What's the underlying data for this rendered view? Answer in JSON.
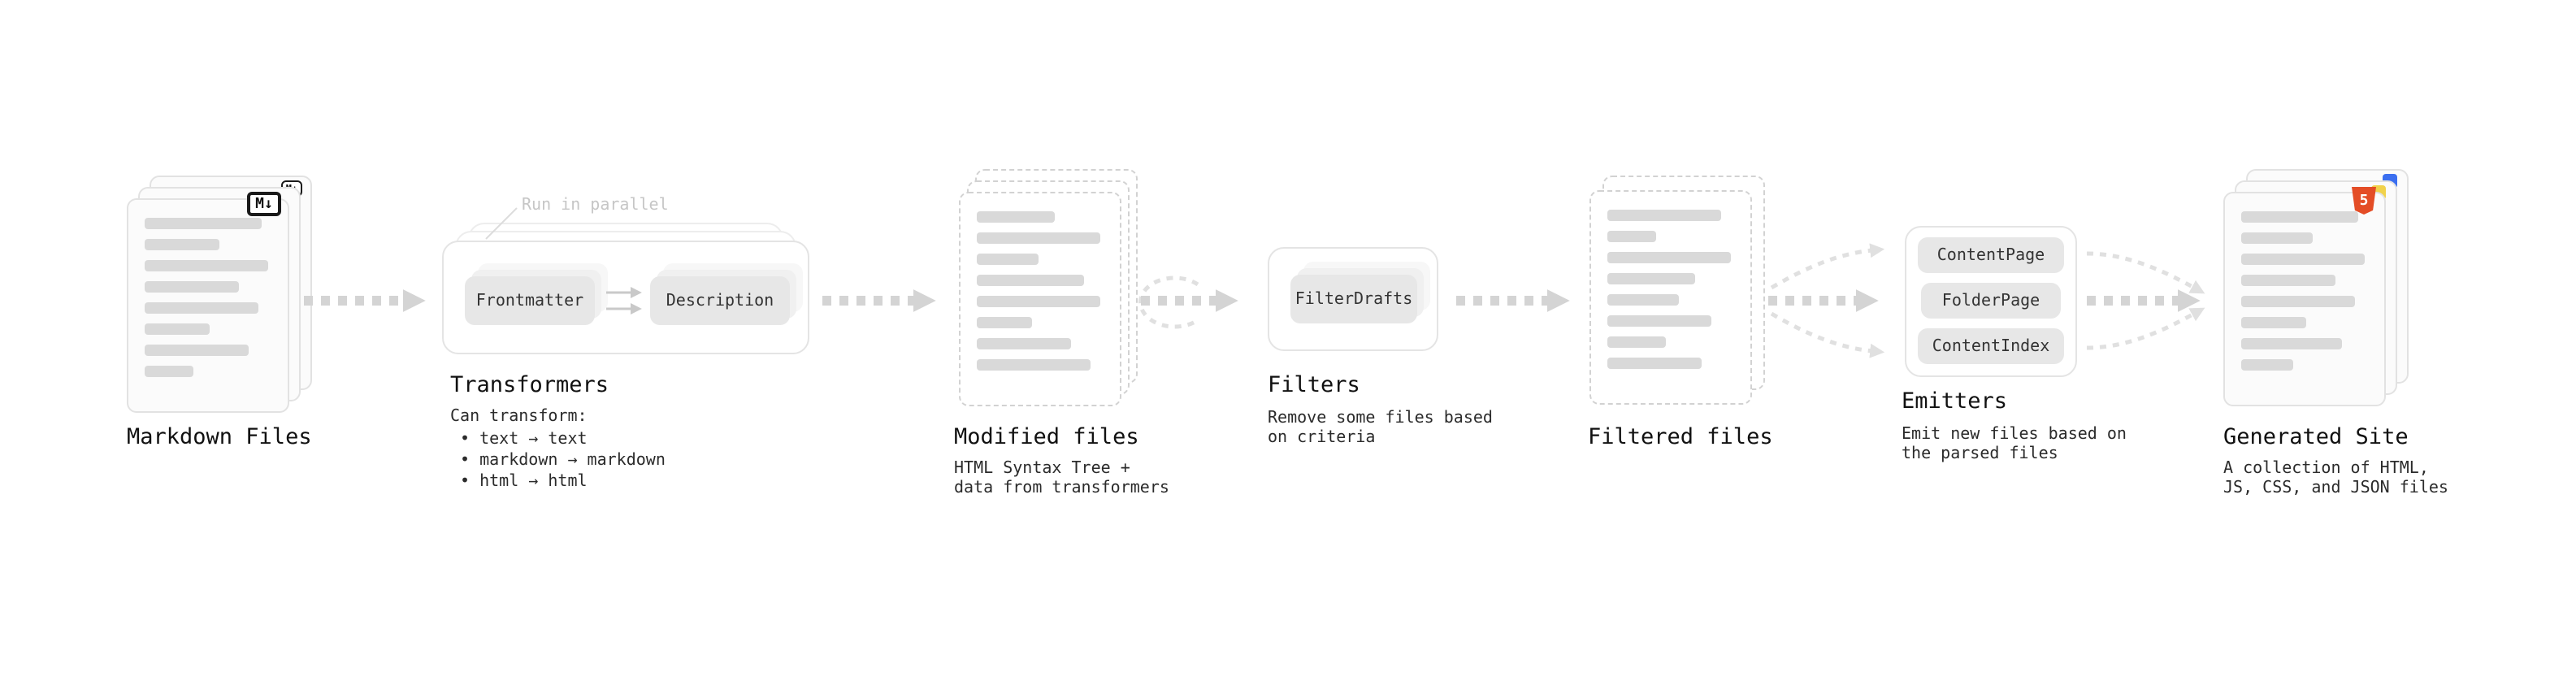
{
  "markdown_files": {
    "label": "Markdown Files",
    "badge": "M↓"
  },
  "transformers": {
    "label": "Transformers",
    "annotation": "Run in parallel",
    "buttons": [
      "Frontmatter",
      "Description"
    ],
    "note_title": "Can transform:",
    "bullets": [
      "• text → text",
      "• markdown → markdown",
      "• html → html"
    ]
  },
  "modified_files": {
    "label": "Modified files",
    "description_lines": [
      "HTML Syntax Tree +",
      "data from transformers"
    ]
  },
  "filters": {
    "label": "Filters",
    "buttons": [
      "FilterDrafts"
    ],
    "description_lines": [
      "Remove some files based",
      "on criteria"
    ]
  },
  "filtered_files": {
    "label": "Filtered files"
  },
  "emitters": {
    "label": "Emitters",
    "buttons": [
      "ContentPage",
      "FolderPage",
      "ContentIndex"
    ],
    "description_lines": [
      "Emit new files based on",
      "the parsed files"
    ]
  },
  "generated_site": {
    "label": "Generated Site",
    "badge": "5",
    "description_lines": [
      "A collection of HTML,",
      "JS, CSS, and JSON files"
    ]
  },
  "colors": {
    "arrow": "#d4d4d4",
    "card_border": "#e2e2e2",
    "card_bg": "#fbfbfb",
    "placeholder_bar": "#d9d9d9",
    "button_bg": "#e7e7e7",
    "label_text": "#111111",
    "muted_text": "#c6c6c6",
    "html5_orange": "#e44d26",
    "js_yellow": "#f1d24b",
    "css_blue": "#3b6ff0"
  }
}
